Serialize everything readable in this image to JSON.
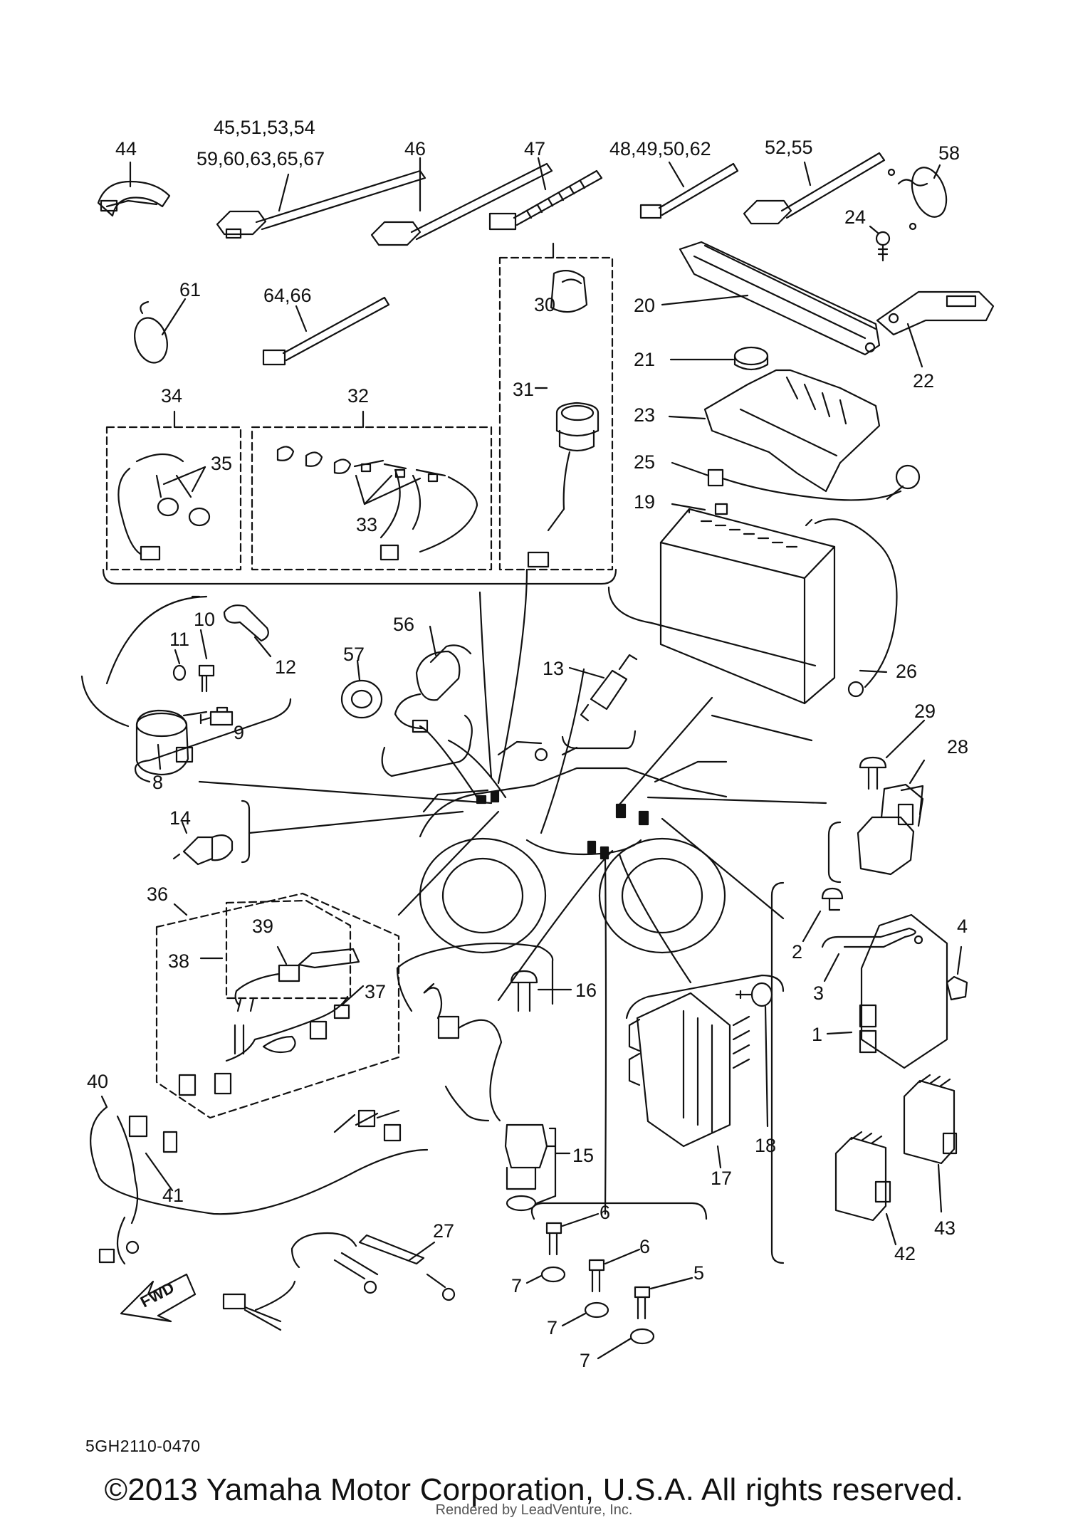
{
  "diagram_ref": "5GH2110-0470",
  "copyright": "©2013 Yamaha Motor Corporation, U.S.A. All rights reserved.",
  "rendered_by": "Rendered by LeadVenture, Inc.",
  "fwd_label": "FWD",
  "callouts": {
    "c1": "1",
    "c2": "2",
    "c3": "3",
    "c4": "4",
    "c5": "5",
    "c6a": "6",
    "c6b": "6",
    "c7a": "7",
    "c7b": "7",
    "c7c": "7",
    "c8": "8",
    "c9": "9",
    "c10": "10",
    "c11": "11",
    "c12": "12",
    "c13": "13",
    "c14": "14",
    "c15": "15",
    "c16": "16",
    "c17": "17",
    "c18": "18",
    "c19": "19",
    "c20": "20",
    "c21": "21",
    "c22": "22",
    "c23": "23",
    "c24": "24",
    "c25": "25",
    "c26": "26",
    "c27": "27",
    "c28": "28",
    "c29": "29",
    "c30": "30",
    "c31": "31",
    "c32": "32",
    "c33": "33",
    "c34": "34",
    "c35": "35",
    "c36": "36",
    "c37": "37",
    "c38": "38",
    "c39": "39",
    "c40": "40",
    "c41": "41",
    "c42": "42",
    "c43": "43",
    "c44": "44",
    "c45a": "45,51,53,54",
    "c45b": "59,60,63,65,67",
    "c46": "46",
    "c47": "47",
    "c48": "48,49,50,62",
    "c52": "52,55",
    "c56": "56",
    "c57": "57",
    "c58": "58",
    "c61": "61",
    "c64": "64,66"
  }
}
